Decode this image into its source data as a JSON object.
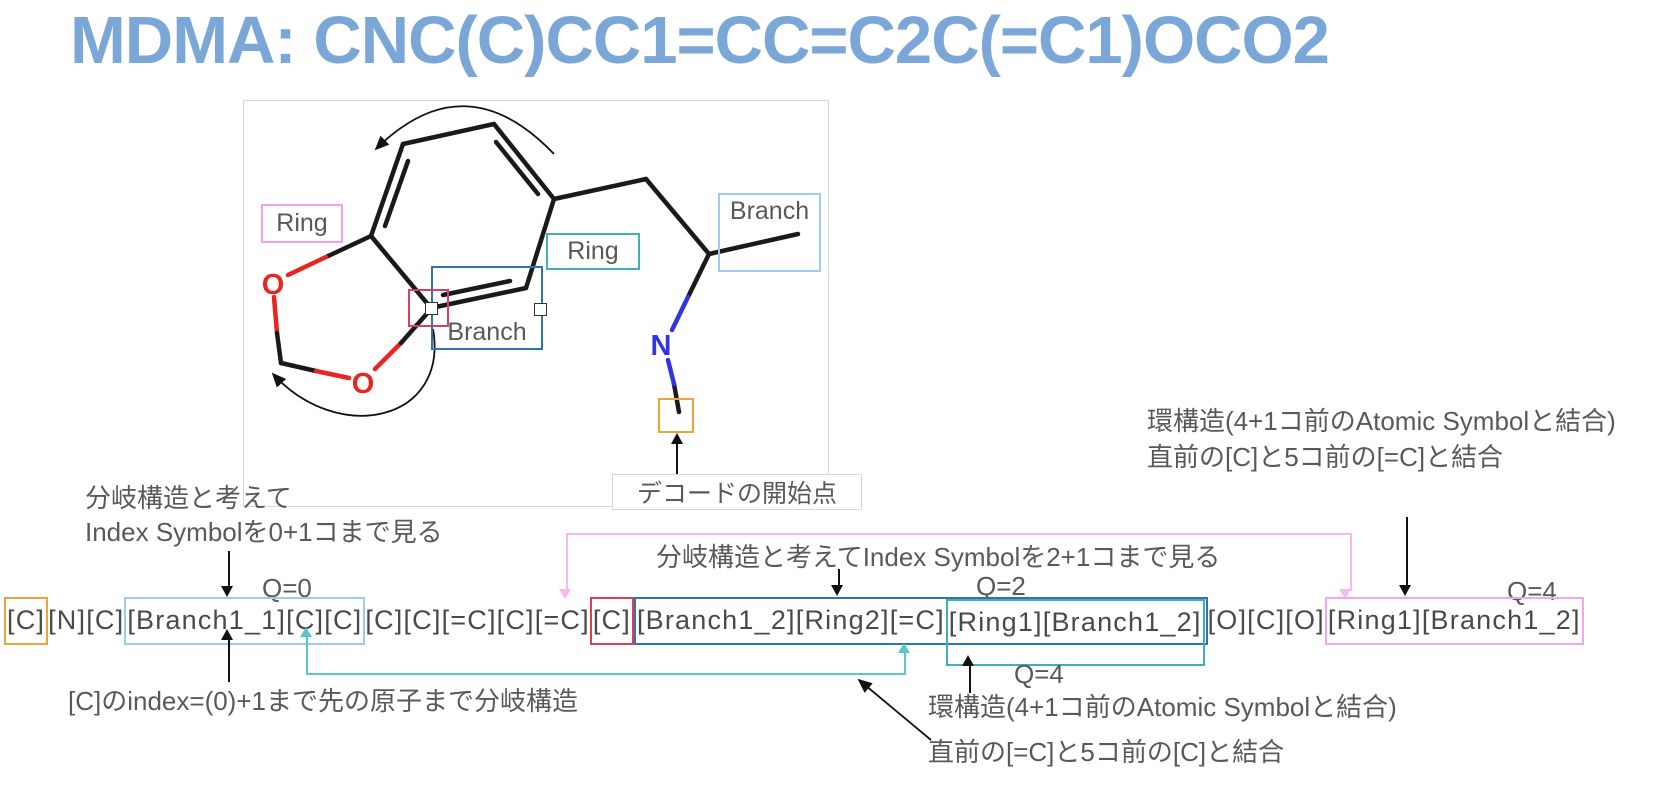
{
  "title": "MDMA: CNC(C)CC1=CC=C2C(=C1)OCO2",
  "colors": {
    "title": "#7BA7D8",
    "orange": "#EDA33C",
    "light_blue": "#9DCBEE",
    "red": "#D9415B",
    "dark_blue": "#2E74B5",
    "teal": "#3FAFB8",
    "pink": "#F2A6EE",
    "pink_line": "#F7B8F3",
    "teal_line": "#5BC6C6",
    "nitrogen": "#3333E6",
    "oxygen": "#E8261F",
    "text_gray": "#595959"
  },
  "molecule": {
    "labels": {
      "ring_left": "Ring",
      "ring_center": "Ring",
      "branch_chain": "Branch",
      "branch_ring": "Branch"
    },
    "atoms": {
      "n": "N",
      "o_top": "O",
      "o_bottom": "O"
    },
    "start_point_label": "デコードの開始点"
  },
  "annotations": {
    "branch0_line1": "分岐構造と考えて",
    "branch0_line2": "Index Symbolを0+1コまで見る",
    "q0": "Q=0",
    "branch2": "分岐構造と考えてIndex Symbolを2+1コまで見る",
    "q2": "Q=2",
    "q4_top": "Q=4",
    "ring_top_line1": "環構造(4+1コ前のAtomic Symbolと結合)",
    "ring_top_line2": "直前の[C]と5コ前の[=C]と結合",
    "branch_index_note": "[C]のindex=(0)+1まで先の原子まで分岐構造",
    "q4_bottom": "Q=4",
    "ring_bottom_line1": "環構造(4+1コ前のAtomic Symbolと結合)",
    "ring_bottom_line2": "直前の[=C]と5コ前の[C]と結合"
  },
  "selfies": {
    "groups": [
      {
        "style": "orange",
        "tokens": [
          "[C]"
        ]
      },
      {
        "style": "plain",
        "tokens": [
          "[N]",
          "[C]"
        ]
      },
      {
        "style": "lightblue",
        "tokens": [
          "[Branch1_1]",
          "[C]",
          "[C]"
        ]
      },
      {
        "style": "plain",
        "tokens": [
          "[C]",
          "[C]",
          "[=C]",
          "[C]",
          "[=C]"
        ]
      },
      {
        "style": "red",
        "tokens": [
          "[C]"
        ]
      },
      {
        "style": "darkblue",
        "tokens": [
          "[Branch1_2]",
          "[Ring2]",
          "[=C]"
        ],
        "nested": {
          "style": "teal",
          "tokens": [
            "[Ring1]",
            "[Branch1_2]"
          ]
        }
      },
      {
        "style": "plain",
        "tokens": [
          "[O]",
          "[C]",
          "[O]"
        ]
      },
      {
        "style": "pink",
        "tokens": [
          "[Ring1]",
          "[Branch1_2]"
        ]
      }
    ]
  }
}
